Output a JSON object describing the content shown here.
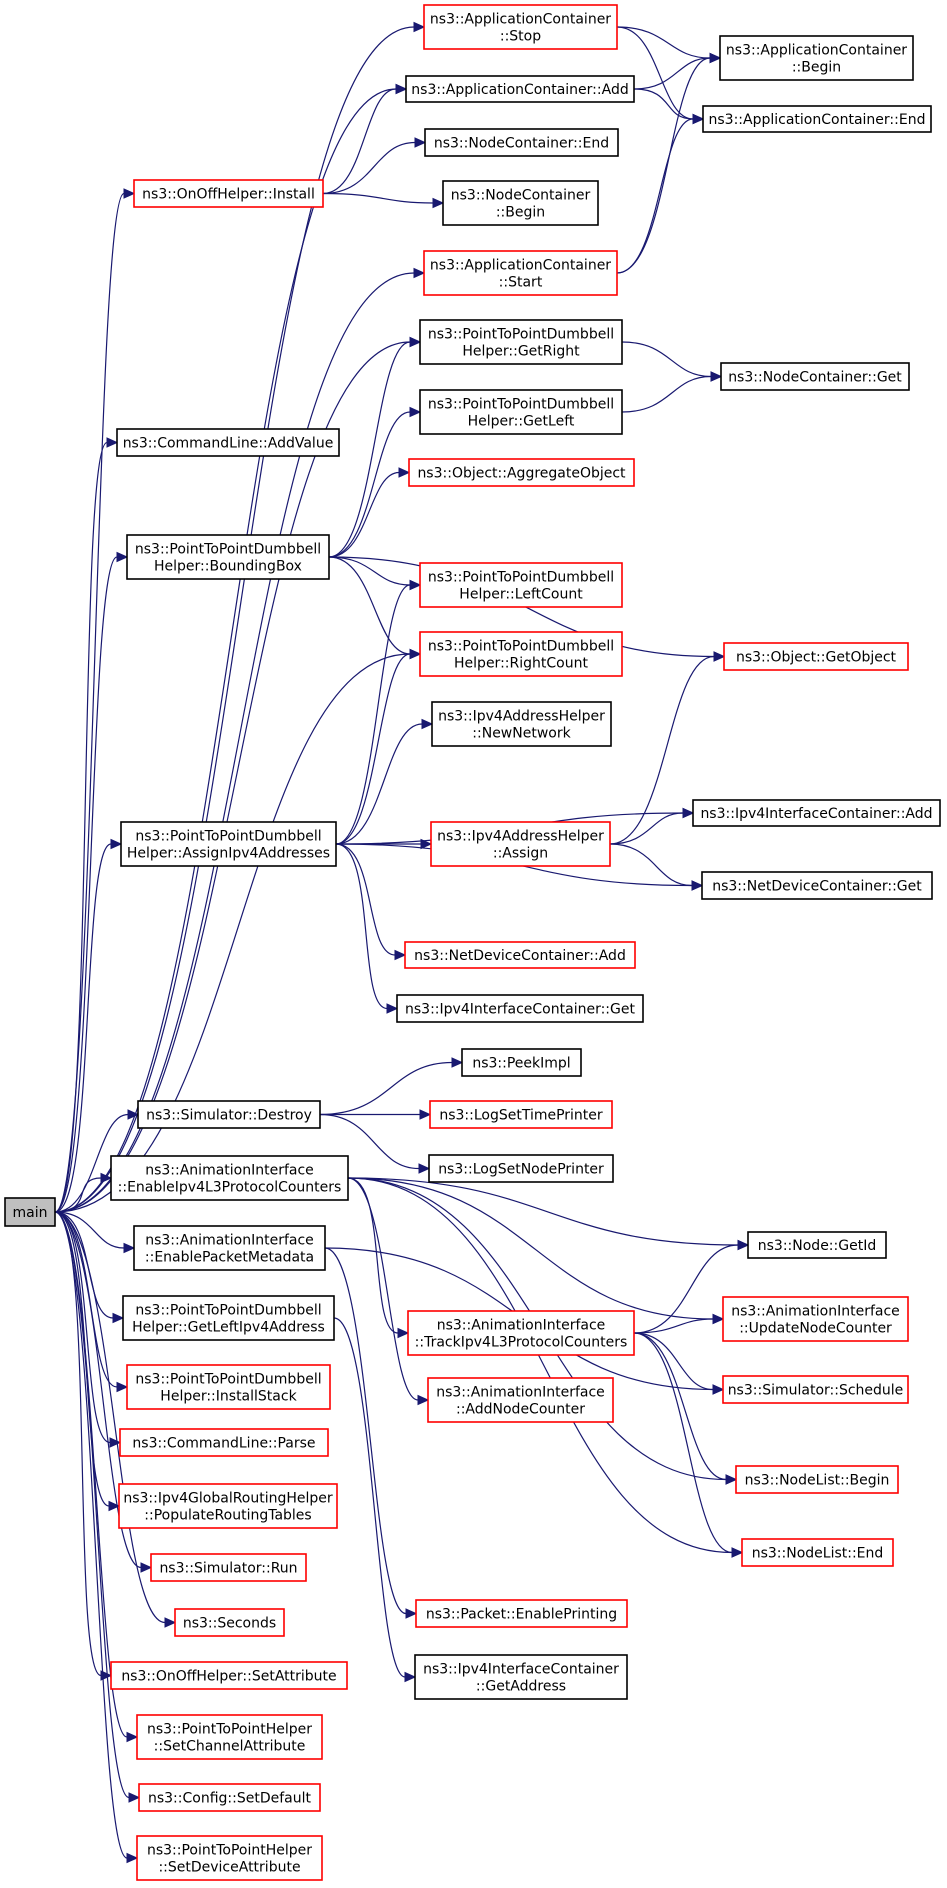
{
  "colors": {
    "edge": "#191970",
    "border_documented": "#000000",
    "border_undocumented": "#ff0000",
    "root_fill": "#bfbfbf",
    "node_fill": "#ffffff"
  },
  "nodes": [
    {
      "id": "main",
      "lines": [
        "main"
      ],
      "style": "root"
    },
    {
      "id": "app_stop",
      "lines": [
        "ns3::ApplicationContainer",
        "::Stop"
      ],
      "style": "red"
    },
    {
      "id": "app_add",
      "lines": [
        "ns3::ApplicationContainer::Add"
      ],
      "style": "black"
    },
    {
      "id": "app_begin",
      "lines": [
        "ns3::ApplicationContainer",
        "::Begin"
      ],
      "style": "black"
    },
    {
      "id": "app_end",
      "lines": [
        "ns3::ApplicationContainer::End"
      ],
      "style": "black"
    },
    {
      "id": "onoff_install",
      "lines": [
        "ns3::OnOffHelper::Install"
      ],
      "style": "red"
    },
    {
      "id": "nc_end",
      "lines": [
        "ns3::NodeContainer::End"
      ],
      "style": "black"
    },
    {
      "id": "nc_begin",
      "lines": [
        "ns3::NodeContainer",
        "::Begin"
      ],
      "style": "black"
    },
    {
      "id": "app_start",
      "lines": [
        "ns3::ApplicationContainer",
        "::Start"
      ],
      "style": "red"
    },
    {
      "id": "p2p_getright",
      "lines": [
        "ns3::PointToPointDumbbell",
        "Helper::GetRight"
      ],
      "style": "black"
    },
    {
      "id": "nc_get",
      "lines": [
        "ns3::NodeContainer::Get"
      ],
      "style": "black"
    },
    {
      "id": "p2p_getleft",
      "lines": [
        "ns3::PointToPointDumbbell",
        "Helper::GetLeft"
      ],
      "style": "black"
    },
    {
      "id": "cmd_addvalue",
      "lines": [
        "ns3::CommandLine::AddValue"
      ],
      "style": "black"
    },
    {
      "id": "obj_aggregate",
      "lines": [
        "ns3::Object::AggregateObject"
      ],
      "style": "red"
    },
    {
      "id": "p2p_bbox",
      "lines": [
        "ns3::PointToPointDumbbell",
        "Helper::BoundingBox"
      ],
      "style": "black"
    },
    {
      "id": "p2p_leftcount",
      "lines": [
        "ns3::PointToPointDumbbell",
        "Helper::LeftCount"
      ],
      "style": "red"
    },
    {
      "id": "p2p_rightcount",
      "lines": [
        "ns3::PointToPointDumbbell",
        "Helper::RightCount"
      ],
      "style": "red"
    },
    {
      "id": "obj_getobject",
      "lines": [
        "ns3::Object::GetObject"
      ],
      "style": "red"
    },
    {
      "id": "ipv4_newnetwork",
      "lines": [
        "ns3::Ipv4AddressHelper",
        "::NewNetwork"
      ],
      "style": "black"
    },
    {
      "id": "p2p_assign",
      "lines": [
        "ns3::PointToPointDumbbell",
        "Helper::AssignIpv4Addresses"
      ],
      "style": "black"
    },
    {
      "id": "ipv4_assign",
      "lines": [
        "ns3::Ipv4AddressHelper",
        "::Assign"
      ],
      "style": "red"
    },
    {
      "id": "ipv4ic_add",
      "lines": [
        "ns3::Ipv4InterfaceContainer::Add"
      ],
      "style": "black"
    },
    {
      "id": "ndc_get",
      "lines": [
        "ns3::NetDeviceContainer::Get"
      ],
      "style": "black"
    },
    {
      "id": "ndc_add",
      "lines": [
        "ns3::NetDeviceContainer::Add"
      ],
      "style": "red"
    },
    {
      "id": "ipv4ic_get",
      "lines": [
        "ns3::Ipv4InterfaceContainer::Get"
      ],
      "style": "black"
    },
    {
      "id": "peekimpl",
      "lines": [
        "ns3::PeekImpl"
      ],
      "style": "black"
    },
    {
      "id": "sim_destroy",
      "lines": [
        "ns3::Simulator::Destroy"
      ],
      "style": "black"
    },
    {
      "id": "logsettime",
      "lines": [
        "ns3::LogSetTimePrinter"
      ],
      "style": "red"
    },
    {
      "id": "logsetnode",
      "lines": [
        "ns3::LogSetNodePrinter"
      ],
      "style": "black"
    },
    {
      "id": "anim_enableipv4",
      "lines": [
        "ns3::AnimationInterface",
        "::EnableIpv4L3ProtocolCounters"
      ],
      "style": "black"
    },
    {
      "id": "node_getid",
      "lines": [
        "ns3::Node::GetId"
      ],
      "style": "black"
    },
    {
      "id": "anim_enablepkt",
      "lines": [
        "ns3::AnimationInterface",
        "::EnablePacketMetadata"
      ],
      "style": "black"
    },
    {
      "id": "anim_updatenc",
      "lines": [
        "ns3::AnimationInterface",
        "::UpdateNodeCounter"
      ],
      "style": "red"
    },
    {
      "id": "p2p_getleftipv4",
      "lines": [
        "ns3::PointToPointDumbbell",
        "Helper::GetLeftIpv4Address"
      ],
      "style": "black"
    },
    {
      "id": "anim_trackipv4",
      "lines": [
        "ns3::AnimationInterface",
        "::TrackIpv4L3ProtocolCounters"
      ],
      "style": "red"
    },
    {
      "id": "sim_schedule",
      "lines": [
        "ns3::Simulator::Schedule"
      ],
      "style": "red"
    },
    {
      "id": "p2p_installstack",
      "lines": [
        "ns3::PointToPointDumbbell",
        "Helper::InstallStack"
      ],
      "style": "red"
    },
    {
      "id": "anim_addnc",
      "lines": [
        "ns3::AnimationInterface",
        "::AddNodeCounter"
      ],
      "style": "red"
    },
    {
      "id": "cmd_parse",
      "lines": [
        "ns3::CommandLine::Parse"
      ],
      "style": "red"
    },
    {
      "id": "nodelist_begin",
      "lines": [
        "ns3::NodeList::Begin"
      ],
      "style": "red"
    },
    {
      "id": "ipv4grh_populate",
      "lines": [
        "ns3::Ipv4GlobalRoutingHelper",
        "::PopulateRoutingTables"
      ],
      "style": "red"
    },
    {
      "id": "sim_run",
      "lines": [
        "ns3::Simulator::Run"
      ],
      "style": "red"
    },
    {
      "id": "nodelist_end",
      "lines": [
        "ns3::NodeList::End"
      ],
      "style": "red"
    },
    {
      "id": "packet_enable",
      "lines": [
        "ns3::Packet::EnablePrinting"
      ],
      "style": "red"
    },
    {
      "id": "seconds",
      "lines": [
        "ns3::Seconds"
      ],
      "style": "red"
    },
    {
      "id": "ipv4ic_getaddr",
      "lines": [
        "ns3::Ipv4InterfaceContainer",
        "::GetAddress"
      ],
      "style": "black"
    },
    {
      "id": "onoff_setattr",
      "lines": [
        "ns3::OnOffHelper::SetAttribute"
      ],
      "style": "red"
    },
    {
      "id": "p2ph_setchannel",
      "lines": [
        "ns3::PointToPointHelper",
        "::SetChannelAttribute"
      ],
      "style": "red"
    },
    {
      "id": "config_setdefault",
      "lines": [
        "ns3::Config::SetDefault"
      ],
      "style": "red"
    },
    {
      "id": "p2ph_setdevice",
      "lines": [
        "ns3::PointToPointHelper",
        "::SetDeviceAttribute"
      ],
      "style": "red"
    }
  ],
  "edges": [
    [
      "main",
      "app_stop"
    ],
    [
      "main",
      "app_add"
    ],
    [
      "main",
      "onoff_install"
    ],
    [
      "main",
      "app_start"
    ],
    [
      "main",
      "cmd_addvalue"
    ],
    [
      "main",
      "p2p_getright"
    ],
    [
      "main",
      "p2p_bbox"
    ],
    [
      "main",
      "p2p_rightcount"
    ],
    [
      "main",
      "p2p_assign"
    ],
    [
      "main",
      "sim_destroy"
    ],
    [
      "main",
      "anim_enableipv4"
    ],
    [
      "main",
      "anim_enablepkt"
    ],
    [
      "main",
      "p2p_getleftipv4"
    ],
    [
      "main",
      "p2p_installstack"
    ],
    [
      "main",
      "cmd_parse"
    ],
    [
      "main",
      "ipv4grh_populate"
    ],
    [
      "main",
      "sim_run"
    ],
    [
      "main",
      "seconds"
    ],
    [
      "main",
      "onoff_setattr"
    ],
    [
      "main",
      "p2ph_setchannel"
    ],
    [
      "main",
      "config_setdefault"
    ],
    [
      "main",
      "p2ph_setdevice"
    ],
    [
      "app_stop",
      "app_begin"
    ],
    [
      "app_stop",
      "app_end"
    ],
    [
      "app_add",
      "app_begin"
    ],
    [
      "app_add",
      "app_end"
    ],
    [
      "onoff_install",
      "app_add"
    ],
    [
      "onoff_install",
      "nc_end"
    ],
    [
      "onoff_install",
      "nc_begin"
    ],
    [
      "app_start",
      "app_begin"
    ],
    [
      "app_start",
      "app_end"
    ],
    [
      "p2p_getright",
      "nc_get"
    ],
    [
      "p2p_getleft",
      "nc_get"
    ],
    [
      "p2p_bbox",
      "p2p_getright"
    ],
    [
      "p2p_bbox",
      "p2p_getleft"
    ],
    [
      "p2p_bbox",
      "obj_aggregate"
    ],
    [
      "p2p_bbox",
      "p2p_leftcount"
    ],
    [
      "p2p_bbox",
      "p2p_rightcount"
    ],
    [
      "p2p_bbox",
      "obj_getobject"
    ],
    [
      "p2p_assign",
      "p2p_leftcount"
    ],
    [
      "p2p_assign",
      "p2p_rightcount"
    ],
    [
      "p2p_assign",
      "ipv4_newnetwork"
    ],
    [
      "p2p_assign",
      "ipv4_assign"
    ],
    [
      "p2p_assign",
      "ipv4ic_add"
    ],
    [
      "p2p_assign",
      "ndc_get"
    ],
    [
      "p2p_assign",
      "ndc_add"
    ],
    [
      "p2p_assign",
      "ipv4ic_get"
    ],
    [
      "ipv4_assign",
      "obj_getobject"
    ],
    [
      "ipv4_assign",
      "ipv4ic_add"
    ],
    [
      "ipv4_assign",
      "ndc_get"
    ],
    [
      "sim_destroy",
      "peekimpl"
    ],
    [
      "sim_destroy",
      "logsettime"
    ],
    [
      "sim_destroy",
      "logsetnode"
    ],
    [
      "anim_enableipv4",
      "node_getid"
    ],
    [
      "anim_enableipv4",
      "anim_updatenc"
    ],
    [
      "anim_enableipv4",
      "anim_trackipv4"
    ],
    [
      "anim_enableipv4",
      "anim_addnc"
    ],
    [
      "anim_enableipv4",
      "nodelist_begin"
    ],
    [
      "anim_enableipv4",
      "nodelist_end"
    ],
    [
      "anim_enablepkt",
      "packet_enable"
    ],
    [
      "anim_enablepkt",
      "sim_schedule"
    ],
    [
      "p2p_getleftipv4",
      "ipv4ic_getaddr"
    ],
    [
      "anim_trackipv4",
      "node_getid"
    ],
    [
      "anim_trackipv4",
      "anim_updatenc"
    ],
    [
      "anim_trackipv4",
      "sim_schedule"
    ],
    [
      "anim_trackipv4",
      "nodelist_begin"
    ],
    [
      "anim_trackipv4",
      "nodelist_end"
    ]
  ]
}
